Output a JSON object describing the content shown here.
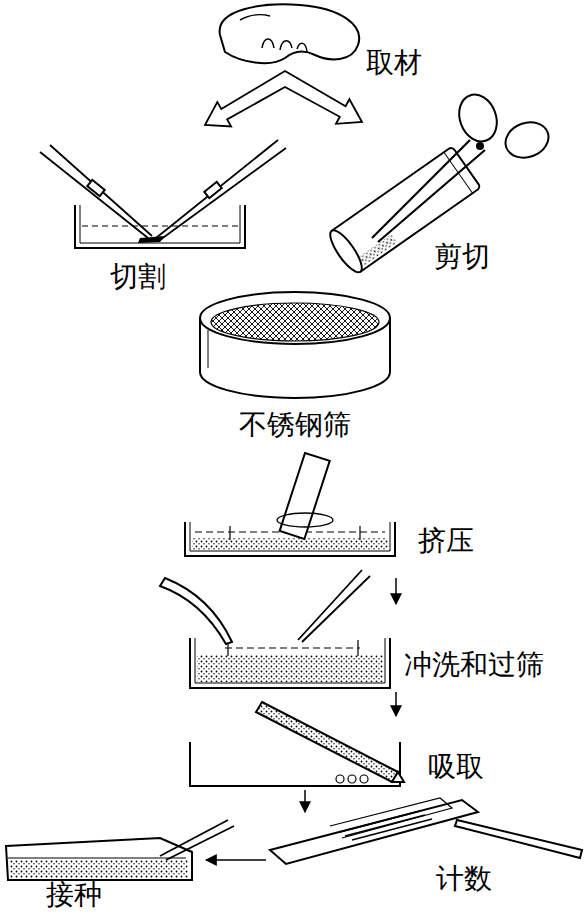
{
  "diagram": {
    "labels": [
      "取材",
      "切割",
      "剪切",
      "不锈钢筛",
      "挤压",
      "冲洗和过筛",
      "吸取",
      "计数",
      "接种"
    ]
  }
}
